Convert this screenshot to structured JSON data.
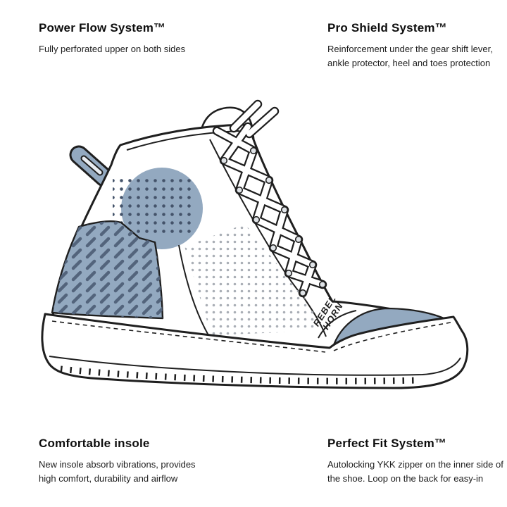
{
  "page": {
    "background": "#ffffff"
  },
  "features": [
    {
      "id": "power-flow",
      "position": "top-left",
      "title": "Power Flow System™",
      "description": "Fully perforated upper on both sides"
    },
    {
      "id": "pro-shield",
      "position": "top-right",
      "title": "Pro Shield System™",
      "description": "Reinforcement under the gear shift lever, ankle protector, heel and toes protection"
    },
    {
      "id": "comfort-insole",
      "position": "bottom-left",
      "title": "Comfortable insole",
      "description": "New insole absorb vibrations, provides high comfort, durability and airflow"
    },
    {
      "id": "perfect-fit",
      "position": "bottom-right",
      "title": "Perfect Fit System™",
      "description": "Autolocking YKK zipper on the inner side of the shoe. Loop on the back for easy-in"
    }
  ],
  "illustration": {
    "subject": "high-top motorcycle sneaker, outlined side view",
    "brand_line1": "REBEL",
    "brand_line2": "HORN",
    "colors": {
      "accent": "#93a9c0",
      "outline": "#1f1f1f",
      "dots_dark": "#44536a",
      "dashes": "#53647c",
      "perforation": "#a9aeb5",
      "eyelet": "#dfe3e7",
      "background": "#ffffff"
    }
  }
}
